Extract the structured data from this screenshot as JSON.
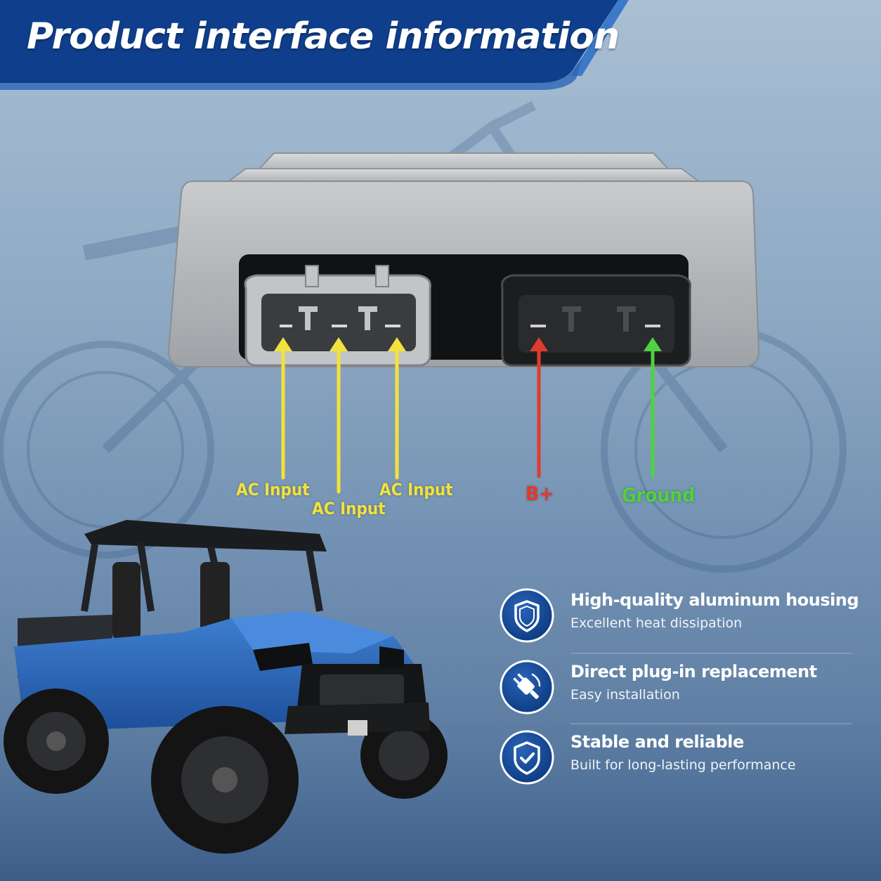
{
  "banner": {
    "title": "Product interface information"
  },
  "pins": {
    "ac_input_1": "AC Input",
    "ac_input_2": "AC Input",
    "ac_input_3": "AC Input",
    "b_plus": "B+",
    "ground": "Ground"
  },
  "colors": {
    "banner_blue": "#0f3f8c",
    "ac_arrow": "#f2e23a",
    "b_plus_arrow": "#e23a2e",
    "ground_arrow": "#4fd23f"
  },
  "features": [
    {
      "icon": "shield-icon",
      "title": "High-quality aluminum housing",
      "subtitle": "Excellent heat dissipation"
    },
    {
      "icon": "plug-icon",
      "title": "Direct plug-in replacement",
      "subtitle": "Easy installation"
    },
    {
      "icon": "shield-check-icon",
      "title": "Stable and reliable",
      "subtitle": "Built for long-lasting performance"
    }
  ]
}
